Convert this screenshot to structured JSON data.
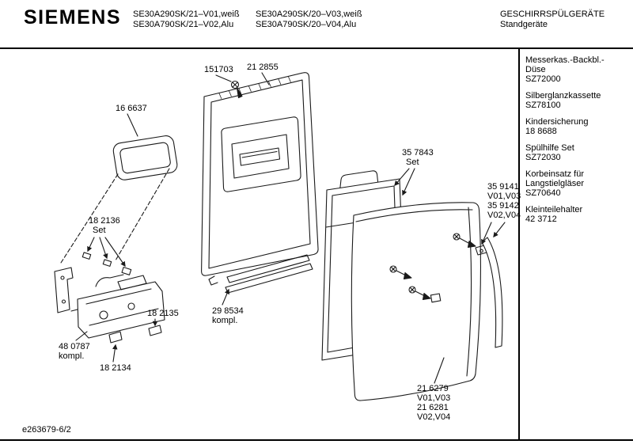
{
  "header": {
    "brand": "SIEMENS",
    "models": [
      {
        "line1": "SE30A290SK/21–V01,weiß",
        "line2": "SE30A790SK/21–V02,Alu"
      },
      {
        "line1": "SE30A290SK/20–V03,weiß",
        "line2": "SE30A790SK/20–V04,Alu"
      }
    ],
    "category": {
      "line1": "GESCHIRRSPÜLGERÄTE",
      "line2": "Standgeräte"
    }
  },
  "sidebar": {
    "items": [
      {
        "l1": "Messerkas.-Backbl.-",
        "l2": "Düse",
        "part": "SZ72000"
      },
      {
        "l1": "Silberglanzkassette",
        "part": "SZ78100"
      },
      {
        "l1": "Kindersicherung",
        "part": "18 8688"
      },
      {
        "l1": "Spülhilfe Set",
        "part": "SZ72030"
      },
      {
        "l1": "Korbeinsatz für",
        "l2": "Langstielgläser",
        "part": "SZ70640"
      },
      {
        "l1": "Kleinteilehalter",
        "part": "42 3712"
      }
    ]
  },
  "callouts": {
    "screw_top": "151703",
    "inner_door_panel": "21 2855",
    "window_frame": "16 6637",
    "hinge_set": {
      "l1": "18 2136",
      "l2": "Set"
    },
    "clip_upper": "18 2135",
    "latch_assembly": {
      "l1": "48 0787",
      "l2": "kompl."
    },
    "clip_lower": "18 2134",
    "trim_strips": {
      "l1": "29 8534",
      "l2": "kompl."
    },
    "mid_panel": {
      "l1": "35 7843",
      "l2": "Set"
    },
    "side_trim": {
      "l1": "35 9141",
      "l2": "V01,V03",
      "l3": "35 9142",
      "l4": "V02,V04"
    },
    "outer_door": {
      "l1": "21 6279",
      "l2": "V01,V03",
      "l3": "21 6281",
      "l4": "V02,V04"
    }
  },
  "footer": {
    "doc_number": "e263679-6/2"
  }
}
